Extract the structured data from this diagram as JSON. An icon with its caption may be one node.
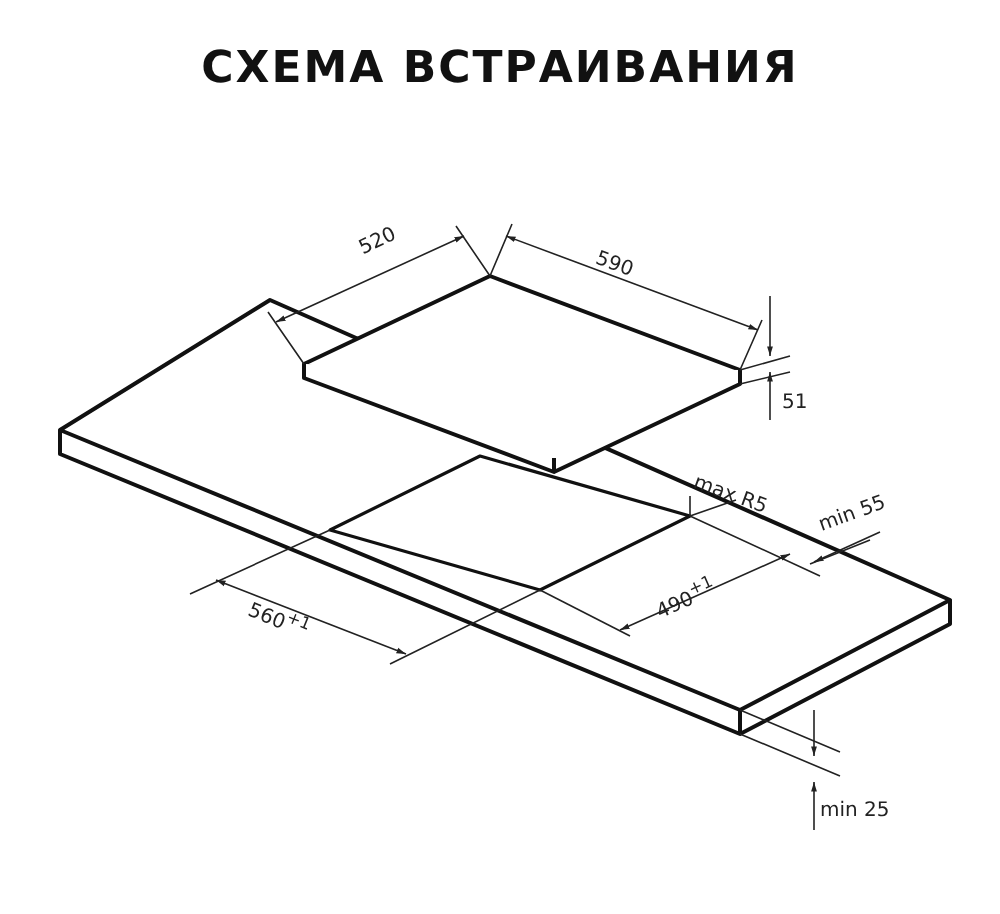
{
  "diagram": {
    "title": "СХЕМА ВСТРАИВАНИЯ",
    "labels": [
      "520",
      "590",
      "51",
      "max R5",
      "min 55",
      "560$^{+1}$",
      "490$^{+1}$",
      "min 25"
    ]
  }
}
